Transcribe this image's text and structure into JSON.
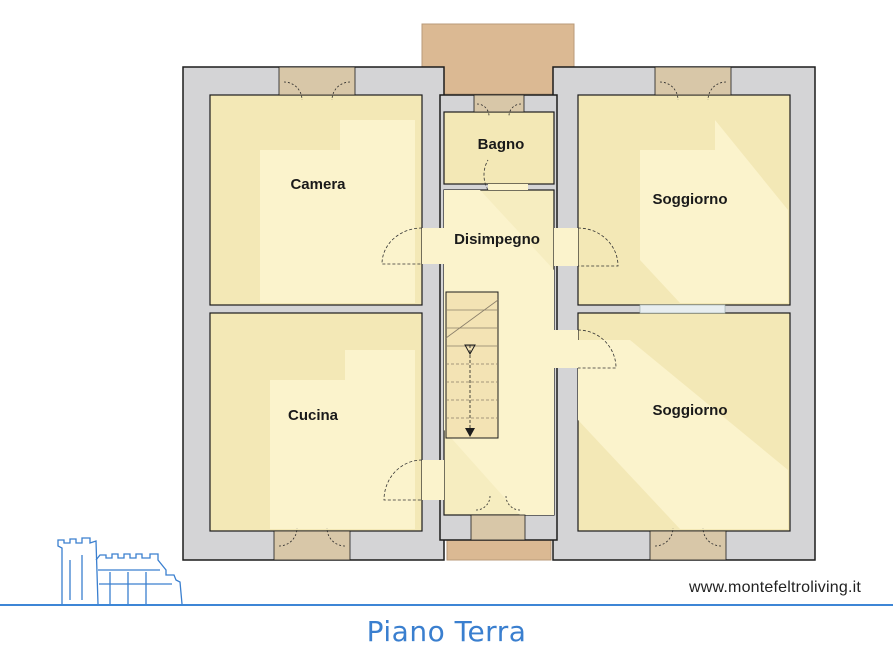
{
  "floor_plan": {
    "rooms": [
      {
        "id": "camera",
        "label": "Camera"
      },
      {
        "id": "bagno",
        "label": "Bagno"
      },
      {
        "id": "disimpegno",
        "label": "Disimpegno"
      },
      {
        "id": "soggiorno-1",
        "label": "Soggiorno"
      },
      {
        "id": "soggiorno-2",
        "label": "Soggiorno"
      },
      {
        "id": "cucina",
        "label": "Cucina"
      }
    ]
  },
  "colors": {
    "wall": "#d4d4d6",
    "wall_outline": "#1c1c1c",
    "floor": "#f3e8b6",
    "floor_light": "#fbf3cc",
    "terrace": "#dbb993",
    "accent": "#3a7fcf"
  },
  "footer": {
    "website": "www.montefeltroliving.it",
    "title": "Piano Terra",
    "logo_icon": "castle-fortress-icon"
  }
}
